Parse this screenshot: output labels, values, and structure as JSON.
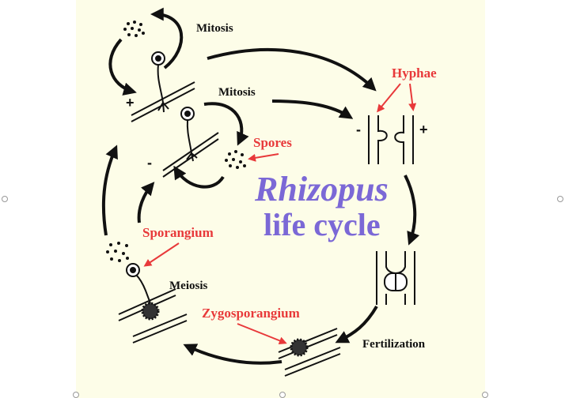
{
  "title": {
    "line1": "Rhizopus",
    "line2": "life cycle",
    "color": "#7b68d6"
  },
  "labels": {
    "mitosis_top": "Mitosis",
    "mitosis_mid": "Mitosis",
    "hyphae": "Hyphae",
    "spores": "Spores",
    "sporangium": "Sporangium",
    "meiosis": "Meiosis",
    "zygosporangium": "Zygosporangium",
    "fertilization": "Fertilization"
  },
  "signs": {
    "plus_top": "+",
    "minus_mid": "-",
    "minus_hyphae": "-",
    "plus_hyphae": "+"
  },
  "colors": {
    "highlight": "#e8393a",
    "ink": "#111111",
    "background": "#fdfde8",
    "panel_bg": "#ffffff"
  }
}
